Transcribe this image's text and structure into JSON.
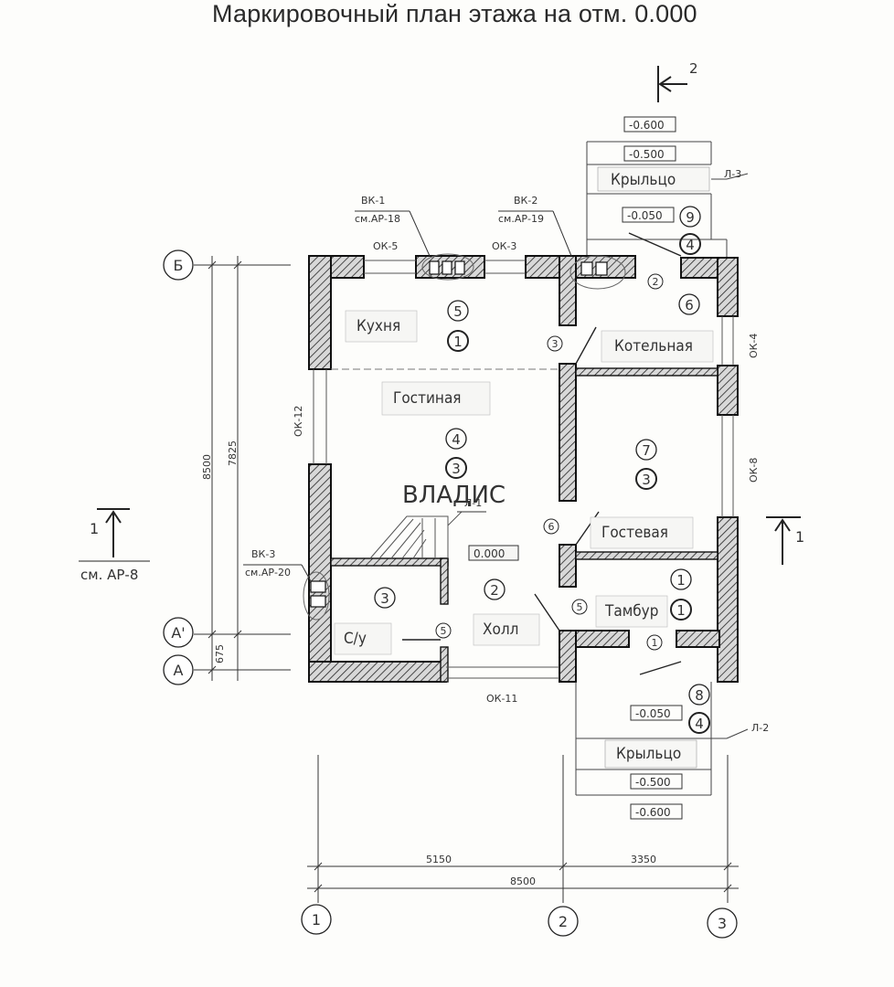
{
  "title": "Маркировочный план этажа на отм.  0.000",
  "section_marks": {
    "top_section": "2",
    "left_section": "1",
    "right_section": "1",
    "left_ref": "см. АР-8"
  },
  "elevations": {
    "top_1": "-0.600",
    "top_2": "-0.500",
    "top_3": "-0.050",
    "floor": "0.000",
    "bottom_1": "-0.050",
    "bottom_2": "-0.500",
    "bottom_3": "-0.600"
  },
  "rooms": {
    "kitchen": "Кухня",
    "living": "Гостиная",
    "boiler": "Котельная",
    "guest": "Гостевая",
    "vestibule": "Тамбур",
    "hall": "Холл",
    "wc": "С/у",
    "porch_top": "Крыльцо",
    "porch_bottom": "Крыльцо"
  },
  "room_numbers": {
    "kitchen": "5",
    "kitchen_sub": "1",
    "living": "4",
    "living_sub": "3",
    "boiler": "6",
    "guest": "7",
    "guest_sub": "3",
    "vestibule": "1",
    "vestibule_sub": "1",
    "hall": "2",
    "wc": "3",
    "porch_top": "9",
    "porch_top_sub": "4",
    "porch_bottom": "8",
    "porch_bottom_sub": "4"
  },
  "door_marks": {
    "d1": "1",
    "d2": "2",
    "d3": "3",
    "d5a": "5",
    "d5b": "5",
    "d6": "6"
  },
  "labels": {
    "vk1": "ВК-1",
    "vk1_ref": "см.АР-18",
    "vk2": "ВК-2",
    "vk2_ref": "см.АР-19",
    "vk3": "ВК-3",
    "vk3_ref": "см.АР-20",
    "ok3": "ОК-3",
    "ok4": "ОК-4",
    "ok5": "ОК-5",
    "ok8": "ОК-8",
    "ok11": "ОК-11",
    "ok12": "ОК-12",
    "l1": "Л-1",
    "l2": "Л-2",
    "l3": "Л-3"
  },
  "axes": {
    "b": "Б",
    "a_prime": "А'",
    "a": "А",
    "ax1": "1",
    "ax2": "2",
    "ax3": "3"
  },
  "dimensions": {
    "d5150": "5150",
    "d3350": "3350",
    "d8500_h": "8500",
    "d8500_v": "8500",
    "d7825": "7825",
    "d675": "675"
  },
  "watermark": "ВЛАДИС"
}
